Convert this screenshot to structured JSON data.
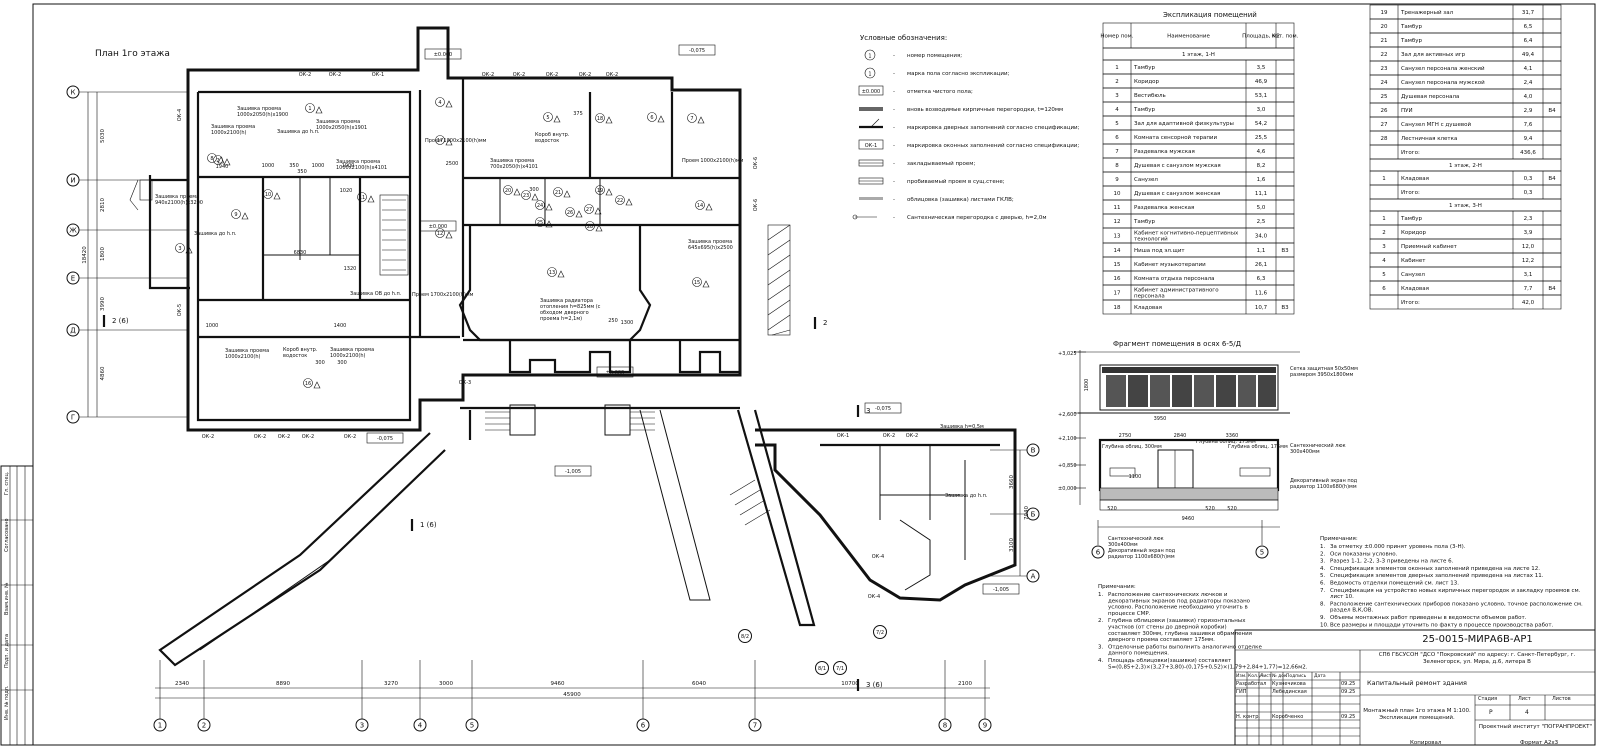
{
  "plan": {
    "title": "План 1го этажа",
    "axes_letters": [
      "К",
      "И",
      "Ж",
      "Е",
      "Д",
      "Г"
    ],
    "axes_letters_right": [
      "В",
      "Б",
      "А"
    ],
    "axes_numbers": [
      "1",
      "2",
      "3",
      "4",
      "5",
      "6",
      "7",
      "8",
      "9"
    ],
    "axes_diag": [
      "7/1",
      "7/2",
      "8/1",
      "8/2"
    ],
    "dims_bottom": [
      "2340",
      "8890",
      "3270",
      "3000",
      "9460",
      "6040",
      "10700",
      "2100"
    ],
    "dim_total": "45900",
    "dims_left": [
      "5030",
      "2810",
      "1800",
      "3990",
      "4860"
    ],
    "dim_left_total": "18420",
    "dims_right": [
      "3660",
      "3100"
    ],
    "dim_right_total": "7040",
    "levels": [
      "±0.000",
      "-0,075",
      "-1,005",
      "-0,075",
      "-0,075",
      "-1,005",
      "±0.000",
      "±0.000"
    ],
    "window_marks": [
      "ОК-2",
      "ОК-2",
      "ОК-1",
      "ОК-2",
      "ОК-2",
      "ОК-2",
      "ОК-2",
      "ОК-2",
      "ОК-4",
      "ОК-5",
      "ОК-6",
      "ОК-6",
      "ОК-3",
      "ОК-2",
      "ОК-2",
      "ОК-2",
      "ОК-2",
      "ОК-2",
      "ОК-1",
      "ОК-2",
      "ОК-2",
      "ОК-4",
      "ОК-4"
    ],
    "annotations": [
      "Зашивка проема 1000х2100(h)",
      "Зашивка проема 1000х2050(h)x1900",
      "Зашивка проема 1000х2050(h)x1901",
      "Зашивка до h.п.",
      "Зашивка проема 940х2100(h)х3200",
      "Зашивка проема 1000х2100(h)x4101",
      "Зашивка проема 700х2050(h)x4101",
      "Короб внутр. водосток",
      "Проем 1000х2100(h)мм",
      "Проем 1000х2100(h)мм",
      "Зашивка проема 645х695(h)x2500",
      "Зашивка радиатора отопления h=825мм (с обходом дверного проема h=2,1м)",
      "Зашивка ОВ до h.п.",
      "Проем 1700х2100(h)мм",
      "Зашивка проема 1000х2100(h)",
      "Короб внутр. водосток",
      "Зашивка проема 1000х2100(h)",
      "Зашивка до h.п.",
      "Зашивка h=0,5м",
      "Зашивка до h.п."
    ],
    "sections": [
      "2 (6)",
      "2",
      "3",
      "1 (6)",
      "3 (6)"
    ],
    "small_dims": [
      "1940",
      "1000",
      "350",
      "1000",
      "350",
      "1000",
      "2500",
      "1020",
      "6830",
      "1320",
      "1400",
      "1000",
      "300",
      "300",
      "375",
      "250",
      "1300",
      "300"
    ]
  },
  "legend": {
    "title": "Условные обозначения:",
    "items": [
      {
        "sym": "1",
        "text": "номер помещения;"
      },
      {
        "sym": "1",
        "text": "марка пола согласно экспликации;"
      },
      {
        "sym": "±0.000",
        "text": "отметка чистого пола;"
      },
      {
        "sym": "",
        "text": "вновь возводимые кирпичные перегородки, t=120мм"
      },
      {
        "sym": "",
        "text": "маркировка дверных заполнений согласно спецификации;"
      },
      {
        "sym": "ОК-1",
        "text": "маркировка оконных заполнений согласно спецификации;"
      },
      {
        "sym": "",
        "text": "закладываемый проем;"
      },
      {
        "sym": "",
        "text": "пробиваемый проем в сущ.стене;"
      },
      {
        "sym": "",
        "text": "облицовка (зашивка) листами ГКЛВ;"
      },
      {
        "sym": "",
        "text": "Сантехническая перегородка с дверью, h=2,0м"
      }
    ]
  },
  "explication": {
    "title": "Экспликация помещений",
    "headers": [
      "Номер пом.",
      "Наименование",
      "Площадь, м2",
      "Кат. пом."
    ],
    "floor1_header": "1 этаж, 1-Н",
    "rows_left": [
      [
        "1",
        "Тамбур",
        "3,5",
        ""
      ],
      [
        "2",
        "Коридор",
        "46,9",
        ""
      ],
      [
        "3",
        "Вестибюль",
        "53,1",
        ""
      ],
      [
        "4",
        "Тамбур",
        "3,0",
        ""
      ],
      [
        "5",
        "Зал для адаптивной физкультуры",
        "54,2",
        ""
      ],
      [
        "6",
        "Комната сенсорной терапии",
        "25,5",
        ""
      ],
      [
        "7",
        "Раздевалка мужская",
        "4,6",
        ""
      ],
      [
        "8",
        "Душевая с санузлом мужская",
        "8,2",
        ""
      ],
      [
        "9",
        "Санузел",
        "1,6",
        ""
      ],
      [
        "10",
        "Душевая с санузлом женская",
        "11,1",
        ""
      ],
      [
        "11",
        "Раздевалка женская",
        "5,0",
        ""
      ],
      [
        "12",
        "Тамбур",
        "2,5",
        ""
      ],
      [
        "13",
        "Кабинет когнитивно-перцептивных технологий",
        "34,0",
        ""
      ],
      [
        "14",
        "Ниша под эл.щит",
        "1,1",
        "В3"
      ],
      [
        "15",
        "Кабинет музыкотерапии",
        "26,1",
        ""
      ],
      [
        "16",
        "Комната отдыха персонала",
        "6,3",
        ""
      ],
      [
        "17",
        "Кабинет административного персонала",
        "11,6",
        ""
      ],
      [
        "18",
        "Кладовая",
        "10,7",
        "В3"
      ]
    ],
    "rows_right": [
      [
        "19",
        "Тренажерный зал",
        "31,7",
        ""
      ],
      [
        "20",
        "Тамбур",
        "6,5",
        ""
      ],
      [
        "21",
        "Тамбур",
        "6,4",
        ""
      ],
      [
        "22",
        "Зал для активных игр",
        "49,4",
        ""
      ],
      [
        "23",
        "Санузел персонала женский",
        "4,1",
        ""
      ],
      [
        "24",
        "Санузел персонала мужской",
        "2,4",
        ""
      ],
      [
        "25",
        "Душевая персонала",
        "4,0",
        ""
      ],
      [
        "26",
        "ПУИ",
        "2,9",
        "В4"
      ],
      [
        "27",
        "Санузел МГН с душевой",
        "7,6",
        ""
      ],
      [
        "28",
        "Лестничная клетка",
        "9,4",
        ""
      ]
    ],
    "total1": "436,6",
    "floor2_header": "1 этаж, 2-Н",
    "rows_floor2": [
      [
        "1",
        "Кладовая",
        "0,3",
        "В4"
      ]
    ],
    "total2": "0,3",
    "floor3_header": "1 этаж, 3-Н",
    "rows_floor3": [
      [
        "1",
        "Тамбур",
        "2,3",
        ""
      ],
      [
        "2",
        "Коридор",
        "3,9",
        ""
      ],
      [
        "3",
        "Приемный кабинет",
        "12,0",
        ""
      ],
      [
        "4",
        "Кабинет",
        "12,2",
        ""
      ],
      [
        "5",
        "Санузел",
        "3,1",
        ""
      ],
      [
        "6",
        "Кладовая",
        "7,7",
        "В4"
      ]
    ],
    "total3": "42,0",
    "total_label": "Итого:"
  },
  "fragment": {
    "title": "Фрагмент помещения в осях 6-5/Д",
    "levels": [
      "+3,025",
      "+2,600",
      "+2,100",
      "+0,850",
      "±0,000"
    ],
    "dims": [
      "1800",
      "3950",
      "2750",
      "2840",
      "3360",
      "9460",
      "520",
      "1100",
      "520",
      "520"
    ],
    "notes": [
      "Сетка защитная 50х50мм размером 3950х1800мм",
      "Сантехнический люк 300х400мм",
      "Декоративный экран под радиатор 1100х680(h)мм",
      "Глубина облиц. 175мм",
      "Глубина облиц. 300мм",
      "Глубина облиц. 175мм",
      "Сантехнический люк 300х400мм",
      "Декоративный экран под радиатор 1100х680(h)мм"
    ],
    "axes": [
      "6",
      "5"
    ]
  },
  "notes_left": {
    "title": "Примечания:",
    "items": [
      "Расположение сантехнических лючков и декоративных экранов под радиаторы показано условно. Расположение необходимо уточнить в процессе СМР.",
      "Глубина облицовки (зашивки) горизонтальных участков (от стены до дверной коробки) составляет 300мм, глубина зашивки обрамления дверного проема составляет 175мм.",
      "Отделочные работы выполнить аналогично отделке данного помещения.",
      "Площадь облицовки(зашивки) составляет S=(0,85+2,3)×(3,27+3,80)-(0,175+0,52)×(1,79+2,84+1,77)=12,66м2."
    ]
  },
  "notes_right": {
    "title": "Примечания:",
    "items": [
      "За отметку ±0.000 принят уровень пола (3-Н).",
      "Оси показаны условно.",
      "Разрез 1-1, 2-2, 3-3 приведены на листе 6.",
      "Спецификация элементов оконных заполнений приведена на листе 12.",
      "Спецификация элементов дверных заполнений приведена на листах 11.",
      "Ведомость отделки помещений см. лист 13.",
      "Спецификация на устройство новых кирпичных перегородок и закладку проемов см. лист 10.",
      "Расположение сантехнических приборов показано условно, точное расположение см. раздел В,К,ОВ.",
      "Объемы монтажных работ приведены в ведомости объемов работ.",
      "Все размеры и площади уточнить по факту в процессе производства работ."
    ]
  },
  "stamp": {
    "code": "25-0015-МИРА6В-АР1",
    "client": "СПб ГБСУСОН \"ДСО \"Покровский\" по адресу: г. Санкт-Петербург, г. Зеленогорск, ул. Мира, д.6, литера В",
    "project": "Капитальный ремонт здания",
    "sheet_title": "Монтажный план 1го этажа М 1:100. Экспликация помещений.",
    "org": "Проектный институт \"ПОГРАНПРОЕКТ\"",
    "col_headers": [
      "Изм.",
      "Кол.уч",
      "Лист",
      "№ док",
      "Подпись",
      "Дата"
    ],
    "roles": [
      {
        "role": "Разработал",
        "name": "Кузнечикова",
        "date": "09.25"
      },
      {
        "role": "ГИП",
        "name": "Лебединская",
        "date": "09.25"
      },
      {
        "role": "Н. контр.",
        "name": "Коробченко",
        "date": "09.25"
      }
    ],
    "stage_headers": [
      "Стадия",
      "Лист",
      "Листов"
    ],
    "stage": "Р",
    "sheet": "4",
    "copied": "Копировал",
    "format": "Формат А2х3"
  },
  "side_stamp": [
    "Инв. № подл.",
    "Подп. и дата",
    "Взам.инв. №",
    "Согласовано",
    "Гл. спец."
  ]
}
